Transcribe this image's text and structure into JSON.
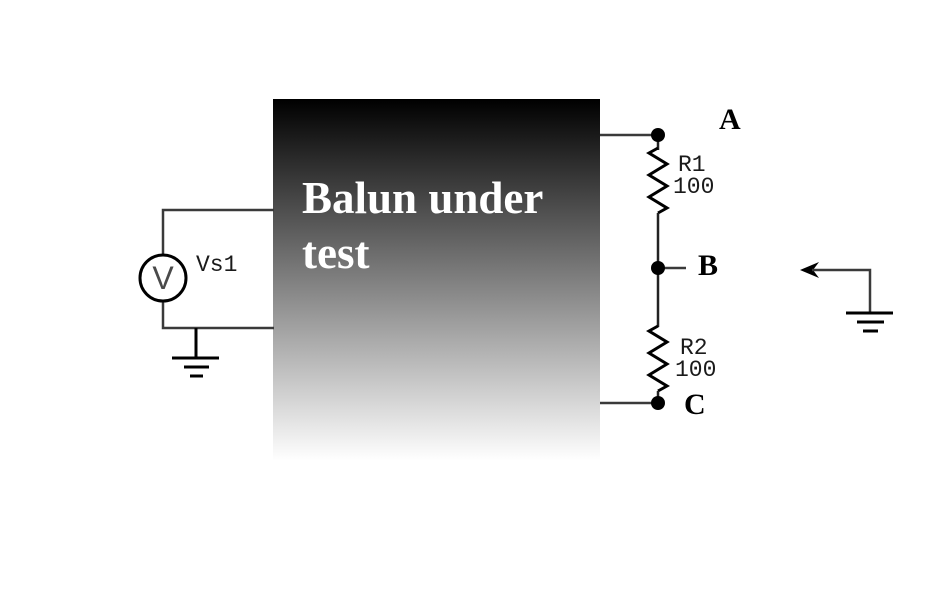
{
  "diagram": {
    "balun_box": {
      "full_label": "Balun under test",
      "lines": [
        "Balun under",
        "test"
      ]
    },
    "voltage_source": {
      "symbol": "V",
      "label": "Vs1"
    },
    "resistors": [
      {
        "ref": "R1",
        "value": "100"
      },
      {
        "ref": "R2",
        "value": "100"
      }
    ],
    "nodes": [
      {
        "label": "A"
      },
      {
        "label": "B"
      },
      {
        "label": "C"
      }
    ],
    "colors": {
      "wire": "#3a3a3a",
      "component": "#000000",
      "box_gradient_top": "#000000",
      "box_gradient_bottom": "#ffffff",
      "box_text": "#ffffff",
      "source_symbol": "#4a4a4a"
    }
  }
}
